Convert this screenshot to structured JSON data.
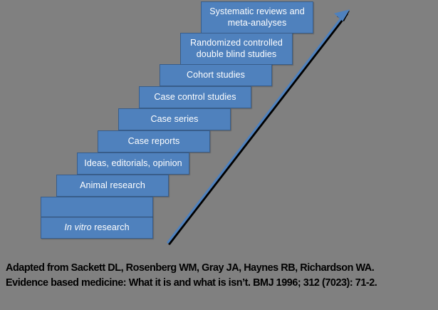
{
  "figure": {
    "title": "Evidence pyramid staircase",
    "background_color": "#808080",
    "box_fill_color": "#4f81bd",
    "box_border_color": "#385d8a",
    "box_text_color": "#ffffff",
    "arrow_color": "#4f81bd",
    "arrow_outline_color": "#000000",
    "caption_color": "#000000"
  },
  "steps": [
    {
      "id": "in-vitro-research",
      "level": 1,
      "text_italic": "In vitro",
      "text_rest": " research",
      "line1": "In vitro research",
      "line2": ""
    },
    {
      "id": "animal-research",
      "level": 2,
      "line1": "Animal research",
      "line2": ""
    },
    {
      "id": "ideas-editorials-opinion",
      "level": 3,
      "line1": "Ideas, editorials, opinion",
      "line2": ""
    },
    {
      "id": "case-reports",
      "level": 4,
      "line1": "Case reports",
      "line2": ""
    },
    {
      "id": "case-series",
      "level": 5,
      "line1": "Case series",
      "line2": ""
    },
    {
      "id": "case-control-studies",
      "level": 6,
      "line1": "Case control studies",
      "line2": ""
    },
    {
      "id": "cohort-studies",
      "level": 7,
      "line1": "Cohort studies",
      "line2": ""
    },
    {
      "id": "randomized-controlled-double-blind-studies",
      "level": 8,
      "line1": "Randomized controlled",
      "line2": "double blind studies"
    },
    {
      "id": "systematic-reviews-and-meta-analyses",
      "level": 9,
      "line1": "Systematic reviews and",
      "line2": "meta-analyses"
    }
  ],
  "arrow": {
    "name": "increasing-evidence-arrow",
    "direction": "up-right"
  },
  "caption": {
    "line1": "Adapted from Sackett DL, Rosenberg WM, Gray JA, Haynes RB, Richardson WA.",
    "line2": "Evidence based medicine: What it is and what is isn’t. BMJ 1996; 312 (7023): 71-2."
  }
}
